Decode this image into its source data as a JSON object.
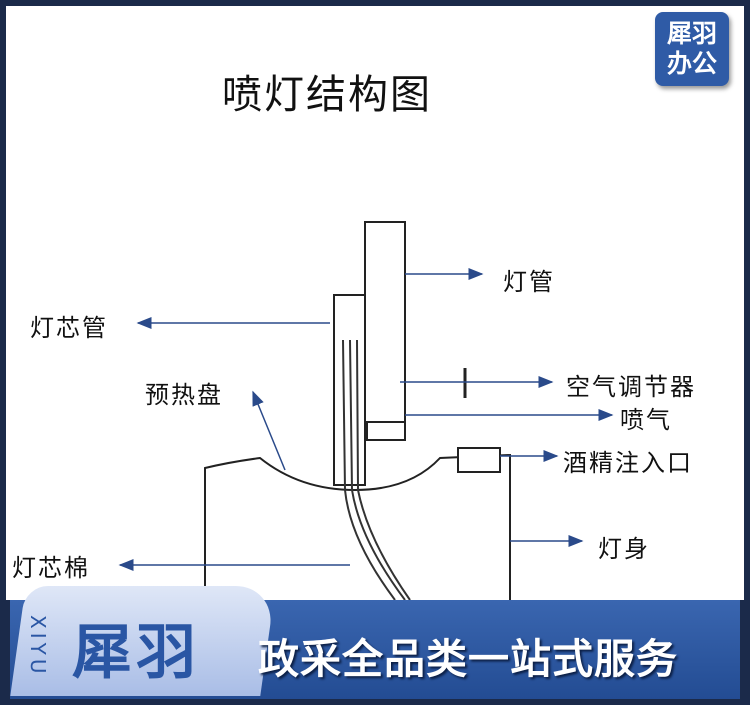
{
  "title": "喷灯结构图",
  "badge": {
    "line1": "犀羽",
    "line2": "办公"
  },
  "labels": {
    "lamp_tube": "灯管",
    "wick_tube": "灯芯管",
    "air_regulator": "空气调节器",
    "preheat_pan": "预热盘",
    "jet": "喷气",
    "alcohol_inlet": "酒精注入口",
    "lamp_body": "灯身",
    "wick_cotton": "灯芯棉"
  },
  "banner": {
    "brand": "犀羽",
    "brand_en": "XIYU",
    "slogan": "政采全品类一站式服务"
  },
  "colors": {
    "arrow": "#2a4a8a",
    "banner": "#2f5ba6",
    "border": "#1b2a4a"
  }
}
